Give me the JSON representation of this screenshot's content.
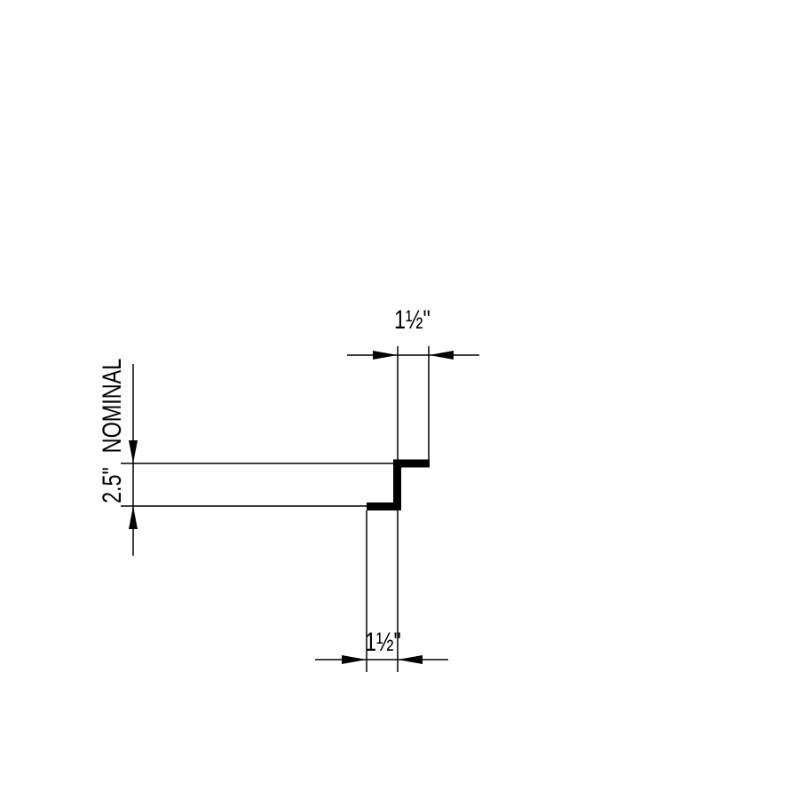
{
  "drawing": {
    "background": "#ffffff",
    "stroke": "#000000",
    "dimensions": {
      "top_width": {
        "whole": "1",
        "frac": "½",
        "unit": "\""
      },
      "bottom_width": {
        "whole": "1",
        "frac": "½",
        "unit": "\""
      },
      "height": {
        "value": "2.5\"",
        "note": "NOMINAL"
      }
    },
    "shape": "z-profile"
  }
}
